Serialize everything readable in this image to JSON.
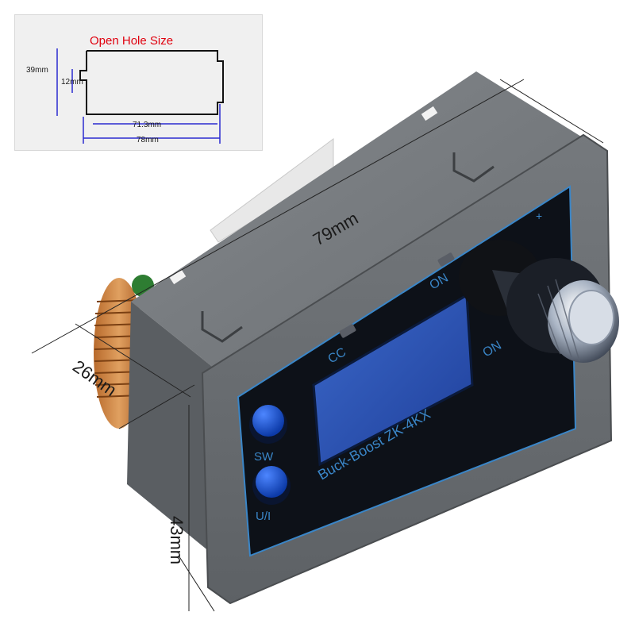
{
  "inset": {
    "title": "Open Hole Size",
    "dim_height_total": "39mm",
    "dim_height_step": "12mm",
    "dim_width_inner": "71.3mm",
    "dim_width_outer": "78mm"
  },
  "dimensions": {
    "length": "79mm",
    "depth": "26mm",
    "height": "43mm"
  },
  "panel_text": {
    "indicator_on": "ON",
    "indicator_cc": "CC",
    "model": "Buck-Boost ZK-4KX",
    "on_side": "ON",
    "button_sw": "SW",
    "button_up": "U/I",
    "knob_plus": "+"
  },
  "colors": {
    "housing": "#6f7377",
    "bezel_line": "#3a86c8",
    "button": "#1552c4",
    "inset_title": "#e0000e",
    "inset_lines": "#2a2ad0"
  }
}
